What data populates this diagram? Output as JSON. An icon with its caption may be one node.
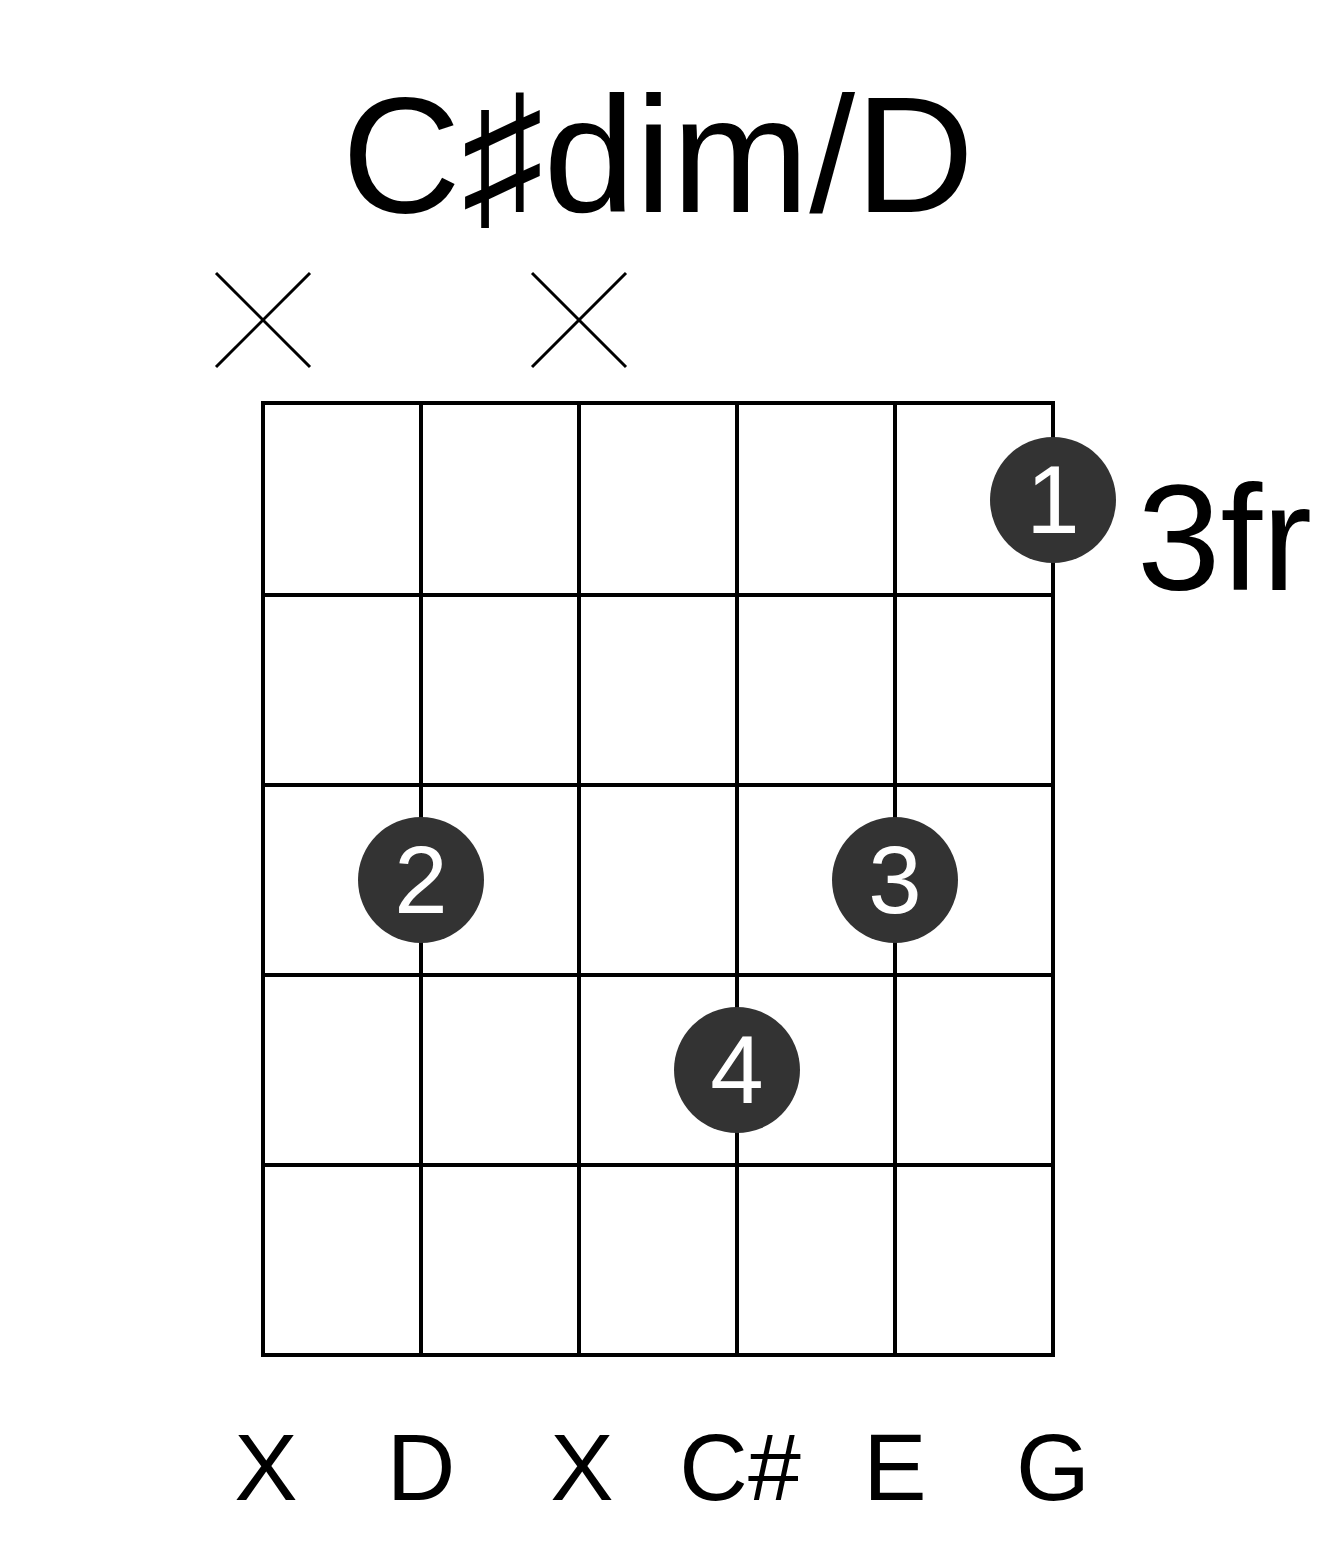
{
  "diagram": {
    "title": "C♯dim/D",
    "nodes": [
      {
        "text": [
          "1"
        ]
      },
      {
        "text": [
          "2"
        ]
      },
      {
        "text": [
          "3"
        ]
      },
      {
        "text": [
          "4"
        ]
      }
    ],
    "labels": [
      "3fr",
      "X",
      "D",
      "X",
      "C#",
      "E",
      "G"
    ]
  }
}
